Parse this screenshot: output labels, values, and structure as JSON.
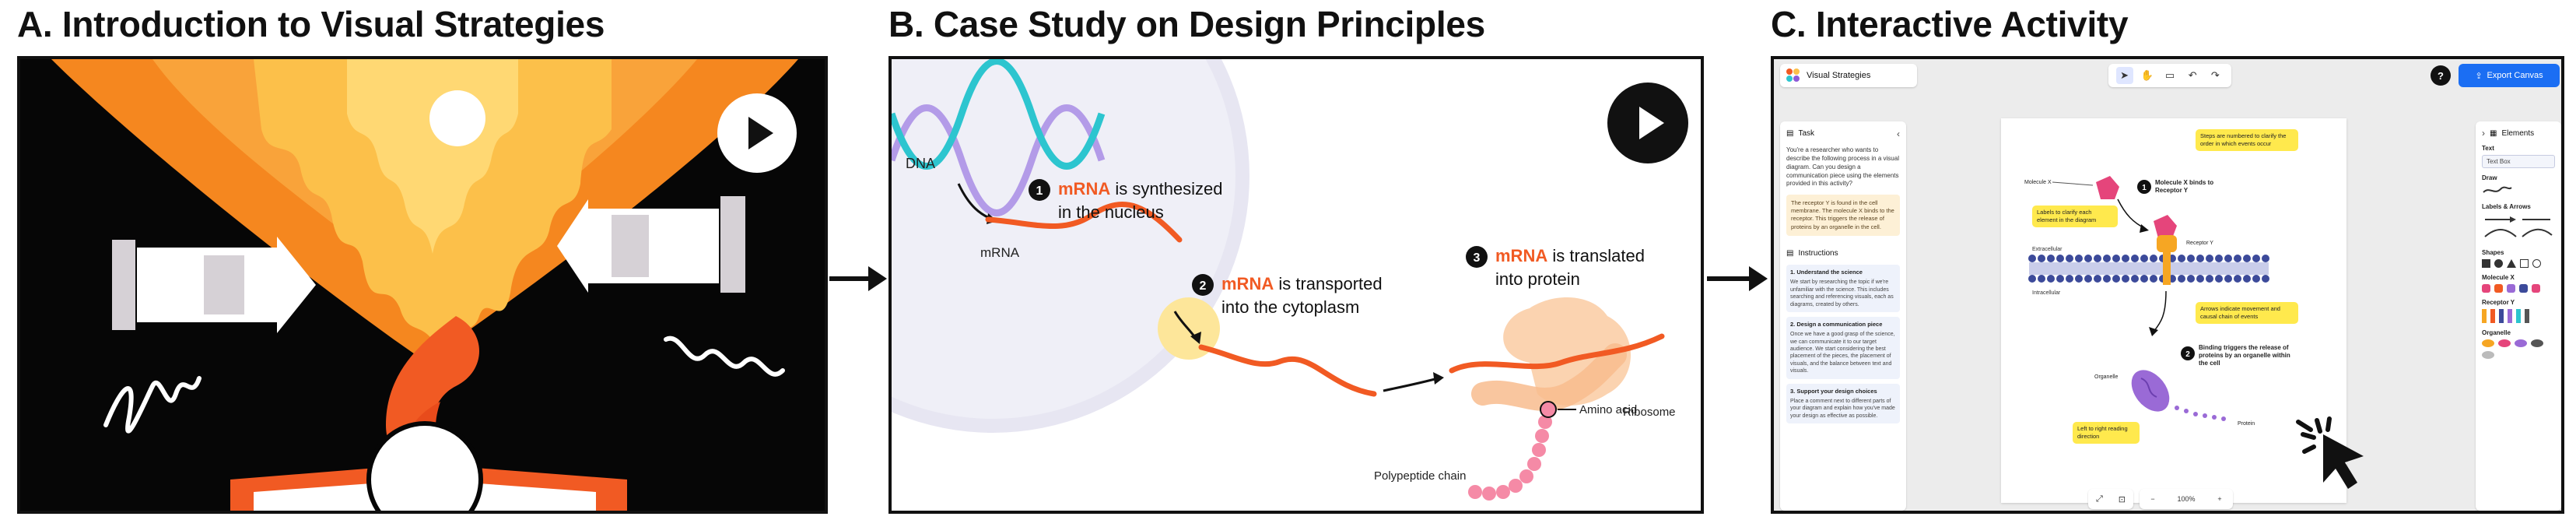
{
  "panels": {
    "a": {
      "title": "A. Introduction to Visual Strategies"
    },
    "b": {
      "title": "B. Case Study on Design Principles",
      "labels": {
        "dna": "DNA",
        "mrna": "mRNA",
        "step1_num": "1",
        "step1_hl": "mRNA",
        "step1_rest": " is synthesized",
        "step1_line2": "in the nucleus",
        "step2_num": "2",
        "step2_hl": "mRNA",
        "step2_rest": " is transported",
        "step2_line2": "into the cytoplasm",
        "step3_num": "3",
        "step3_hl": "mRNA",
        "step3_rest": " is translated",
        "step3_line2": "into protein",
        "ribosome": "Ribosome",
        "amino_acid": "Amino acid",
        "polypeptide": "Polypeptide chain"
      }
    },
    "c": {
      "title": "C. Interactive Activity",
      "app_name": "Visual Strategies",
      "export_label": "Export Canvas",
      "help_label": "?",
      "task": {
        "heading": "Task",
        "intro": "You're a researcher who wants to describe the following process in a visual diagram. Can you design a communication piece using the elements provided in this activity?",
        "highlight": "The receptor Y is found in the cell membrane. The molecule X binds to the receptor. This triggers the release of proteins by an organelle in the cell."
      },
      "instructions": {
        "heading": "Instructions",
        "items": [
          {
            "title": "1. Understand the science",
            "body": "We start by researching the topic if we're unfamiliar with the science. This includes searching and referencing visuals, each as diagrams, created by others."
          },
          {
            "title": "2. Design a communication piece",
            "body": "Once we have a good grasp of the science, we can communicate it to our target audience. We start considering the best placement of the pieces, the placement of visuals, and the balance between text and visuals."
          },
          {
            "title": "3. Support your design choices",
            "body": "Place a comment next to different parts of your diagram and explain how you've made your design as effective as possible."
          }
        ]
      },
      "elements": {
        "heading": "Elements",
        "text": "Text",
        "text_box": "Text Box",
        "draw": "Draw",
        "labels_arrows": "Labels & Arrows",
        "shapes": "Shapes",
        "molecule_x": "Molecule X",
        "receptor_y": "Receptor Y",
        "organelle": "Organelle"
      },
      "canvas": {
        "note_numbered": "Steps are numbered to clarify the order in which events occur",
        "note_labels": "Labels to clarify each element in the diagram",
        "note_arrows": "Arrows indicate movement and causal chain of events",
        "note_direction": "Left to right reading direction",
        "molecule_x": "Molecule X",
        "receptor_y": "Receptor Y",
        "extracellular": "Extracellular",
        "intracellular": "Intracellular",
        "organelle": "Organelle",
        "protein": "Protein",
        "step1_num": "1",
        "step1_text": "Molecule X binds to Receptor Y",
        "step2_num": "2",
        "step2_text": "Binding triggers the release of proteins by an organelle within the cell"
      },
      "zoom": "100%",
      "zoom_minus": "−",
      "zoom_plus": "+"
    }
  }
}
